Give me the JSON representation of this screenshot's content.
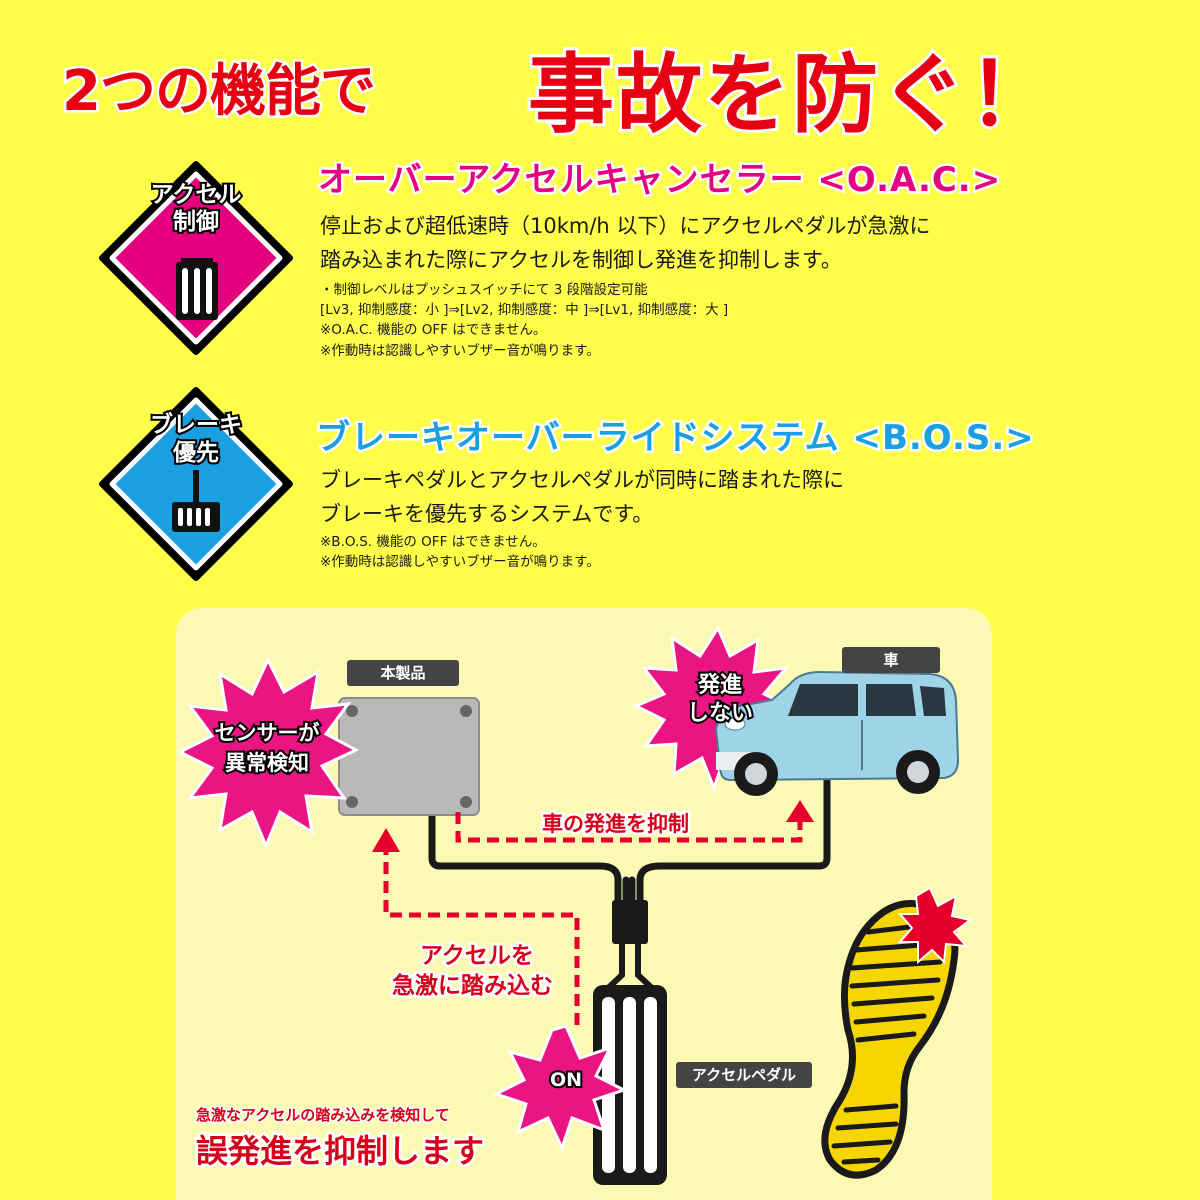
{
  "headline": {
    "part1": "2つの機能で",
    "part2": "事故を防ぐ！"
  },
  "oac": {
    "badge_line1": "アクセル",
    "badge_line2": "制御",
    "title": "オーバーアクセルキャンセラー <O.A.C.>",
    "desc_line1": "停止および超低速時（10km/h 以下）にアクセルペダルが急激に",
    "desc_line2": "踏み込まれた際にアクセルを制御し発進を抑制します。",
    "note1": "・制御レベルはプッシュスイッチにて 3 段階設定可能",
    "note2": "[Lv3, 抑制感度：小 ]⇒[Lv2, 抑制感度：中 ]⇒[Lv1, 抑制感度：大 ]",
    "note3": "※O.A.C. 機能の OFF はできません。",
    "note4": "※作動時は認識しやすいブザー音が鳴ります。"
  },
  "bos": {
    "badge_line1": "ブレーキ",
    "badge_line2": "優先",
    "title": "ブレーキオーバーライドシステム <B.O.S.>",
    "desc_line1": "ブレーキペダルとアクセルペダルが同時に踏まれた際に",
    "desc_line2": "ブレーキを優先するシステムです。",
    "note1": "※B.O.S. 機能の OFF はできません。",
    "note2": "※作動時は認識しやすいブザー音が鳴ります。"
  },
  "diagram": {
    "product_label": "本製品",
    "car_label": "車",
    "sensor_line1": "センサーが",
    "sensor_line2": "異常検知",
    "no_start_line1": "発進",
    "no_start_line2": "しない",
    "suppress_label": "車の発進を抑制",
    "press_line1": "アクセルを",
    "press_line2": "急激に踏み込む",
    "pedal_label": "アクセルペダル",
    "on_label": "ON",
    "bottom_small": "急激なアクセルの踏み込みを検知して",
    "bottom_big": "誤発進を抑制します"
  },
  "colors": {
    "background": "#fefd4a",
    "headline_red": "#e60012",
    "oac_magenta": "#e4007f",
    "bos_blue": "#1a9fe0",
    "burst_pink": "#ea1582",
    "car_blue": "#9fd3e8"
  }
}
